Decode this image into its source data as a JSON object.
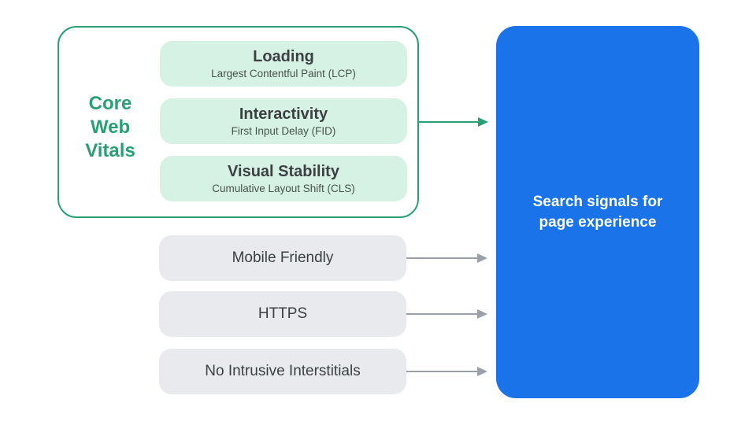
{
  "colors": {
    "accent-green": "#28a073",
    "mint-fill": "#d6f2e4",
    "card-gray": "#e8eaed",
    "ink": "#3c4043",
    "subtle-ink": "#47524d",
    "arrow-gray": "#9aa0a6",
    "accent-blue": "#1a73e8",
    "on-blue": "#ffffff"
  },
  "cwv": {
    "label": "Core Web Vitals",
    "items": [
      {
        "title": "Loading",
        "subtitle": "Largest Contentful Paint (LCP)"
      },
      {
        "title": "Interactivity",
        "subtitle": "First Input Delay (FID)"
      },
      {
        "title": "Visual Stability",
        "subtitle": "Cumulative Layout Shift (CLS)"
      }
    ]
  },
  "signals": [
    {
      "label": "Mobile Friendly"
    },
    {
      "label": "HTTPS"
    },
    {
      "label": "No Intrusive Interstitials"
    }
  ],
  "result": {
    "label": "Search signals for page experience"
  }
}
